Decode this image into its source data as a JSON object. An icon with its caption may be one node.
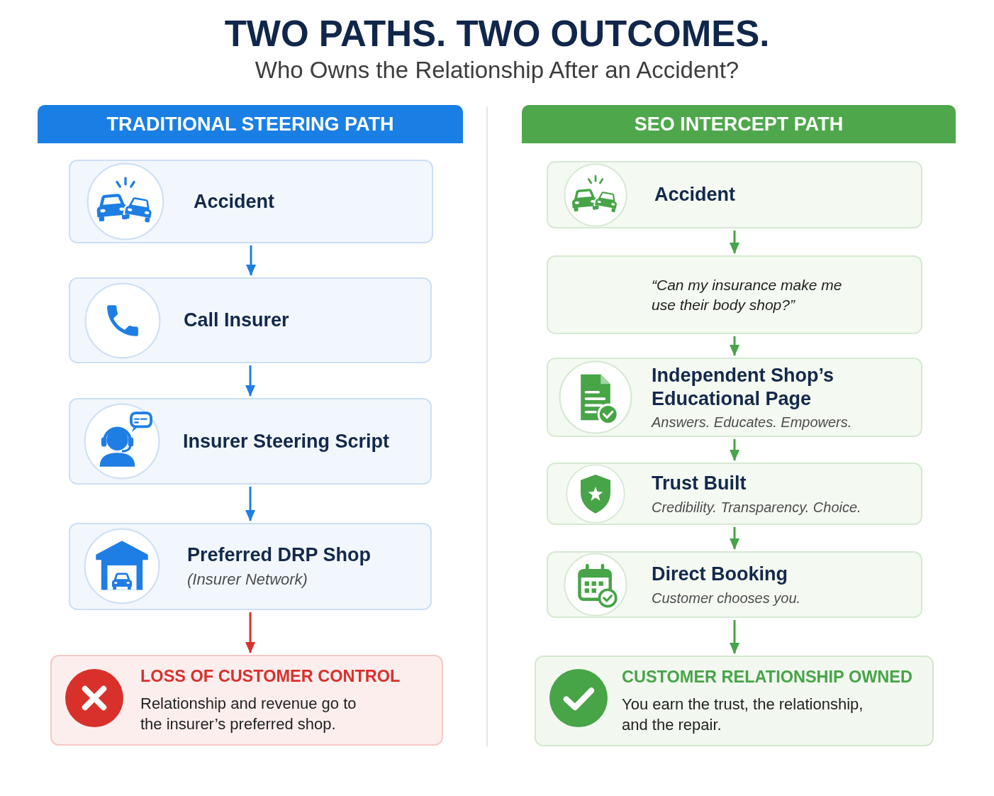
{
  "diagram": {
    "title": "TWO PATHS. TWO OUTCOMES.",
    "nodes": [
      {
        "text": [
          "TRADITIONAL STEERING PATH"
        ]
      },
      {
        "text": [
          "Accident"
        ]
      },
      {
        "text": [
          "Call Insurer"
        ]
      },
      {
        "text": [
          "Insurer Steering Script"
        ]
      },
      {
        "text": [
          "Preferred DRP Shop",
          "(Insurer Network)"
        ]
      },
      {
        "text": [
          "LOSS OF CUSTOMER CONTROL",
          "Relationship and revenue go to the insurer’s preferred shop."
        ]
      },
      {
        "text": [
          "SEO INTERCEPT PATH"
        ]
      },
      {
        "text": [
          "Accident"
        ]
      },
      {
        "text": [
          "“Can my insurance make me use their body shop?”"
        ]
      },
      {
        "text": [
          "Independent Shop’s Educational Page",
          "Answers. Educates. Empowers."
        ]
      },
      {
        "text": [
          "Trust Built",
          "Credibility. Transparency. Choice."
        ]
      },
      {
        "text": [
          "Direct Booking",
          "Customer chooses you."
        ]
      },
      {
        "text": [
          "CUSTOMER RELATIONSHIP OWNED",
          "You earn the trust, the relationship, and the repair."
        ]
      }
    ],
    "edges": [
      {
        "from": 1,
        "to": 2,
        "arrow": "to",
        "color": "#1e7ee4"
      },
      {
        "from": 2,
        "to": 3,
        "arrow": "to",
        "color": "#1e7ee4"
      },
      {
        "from": 3,
        "to": 4,
        "arrow": "to",
        "color": "#1e7ee4"
      },
      {
        "from": 4,
        "to": 5,
        "arrow": "to",
        "color": "#d8312c"
      },
      {
        "from": 7,
        "to": 8,
        "arrow": "to"
      },
      {
        "from": 8,
        "to": 9,
        "arrow": "to"
      },
      {
        "from": 9,
        "to": 10,
        "arrow": "to"
      },
      {
        "from": 10,
        "to": 11,
        "arrow": "to"
      },
      {
        "from": 11,
        "to": 12,
        "arrow": "to"
      }
    ],
    "labels": [
      "Who Owns the Relationship After an Accident?"
    ]
  }
}
